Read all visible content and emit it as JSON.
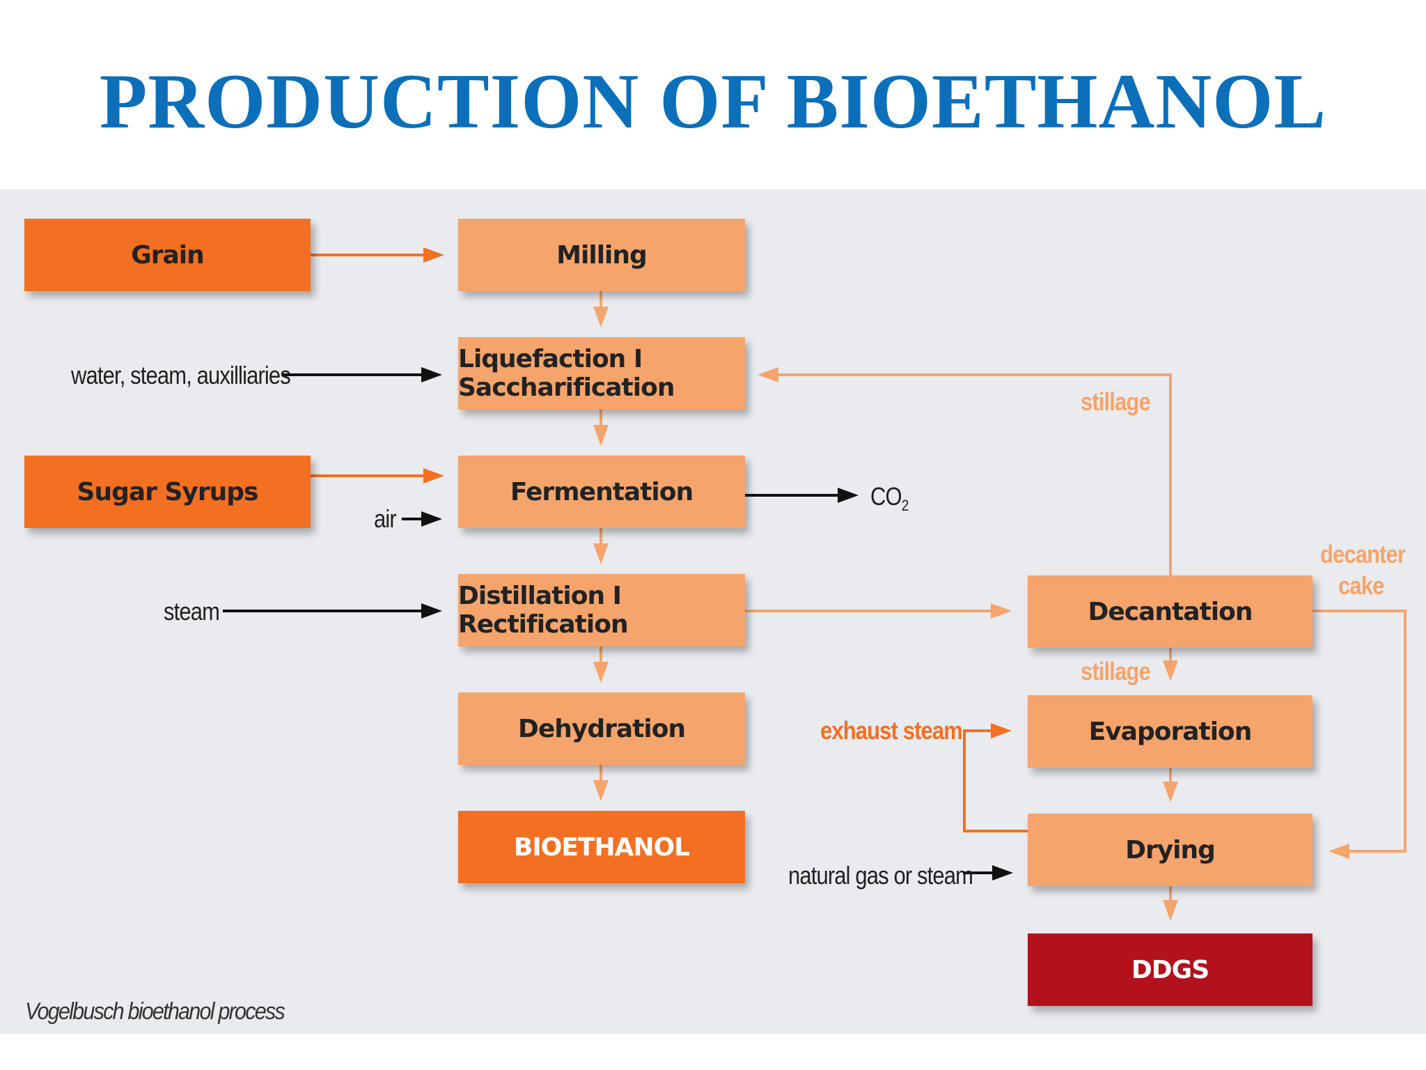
{
  "title": "PRODUCTION OF BIOETHANOL",
  "boxes": {
    "grain": "Grain",
    "milling": "Milling",
    "liquefaction": "Liquefaction I Saccharification",
    "sugar_syrups": "Sugar Syrups",
    "fermentation": "Fermentation",
    "distillation": "Distillation I Rectification",
    "dehydration": "Dehydration",
    "bioethanol": "BIOETHANOL",
    "decantation": "Decantation",
    "evaporation": "Evaporation",
    "drying": "Drying",
    "ddgs": "DDGS"
  },
  "labels": {
    "water_steam": "water, steam, auxilliaries",
    "air": "air",
    "steam": "steam",
    "co2": "CO",
    "co2_sub": "2",
    "stillage_top": "stillage",
    "stillage_mid": "stillage",
    "decanter_cake_1": "decanter",
    "decanter_cake_2": "cake",
    "exhaust_steam": "exhaust steam",
    "natural_gas": "natural gas or steam"
  },
  "caption": "Vogelbusch bioethanol process",
  "colors": {
    "title": "#0b6fba",
    "light_box": "#f5a46c",
    "dark_box": "#f36f22",
    "ddgs_box": "#b3111c",
    "panel": "#e9ebef",
    "black_arrow": "#111111"
  }
}
